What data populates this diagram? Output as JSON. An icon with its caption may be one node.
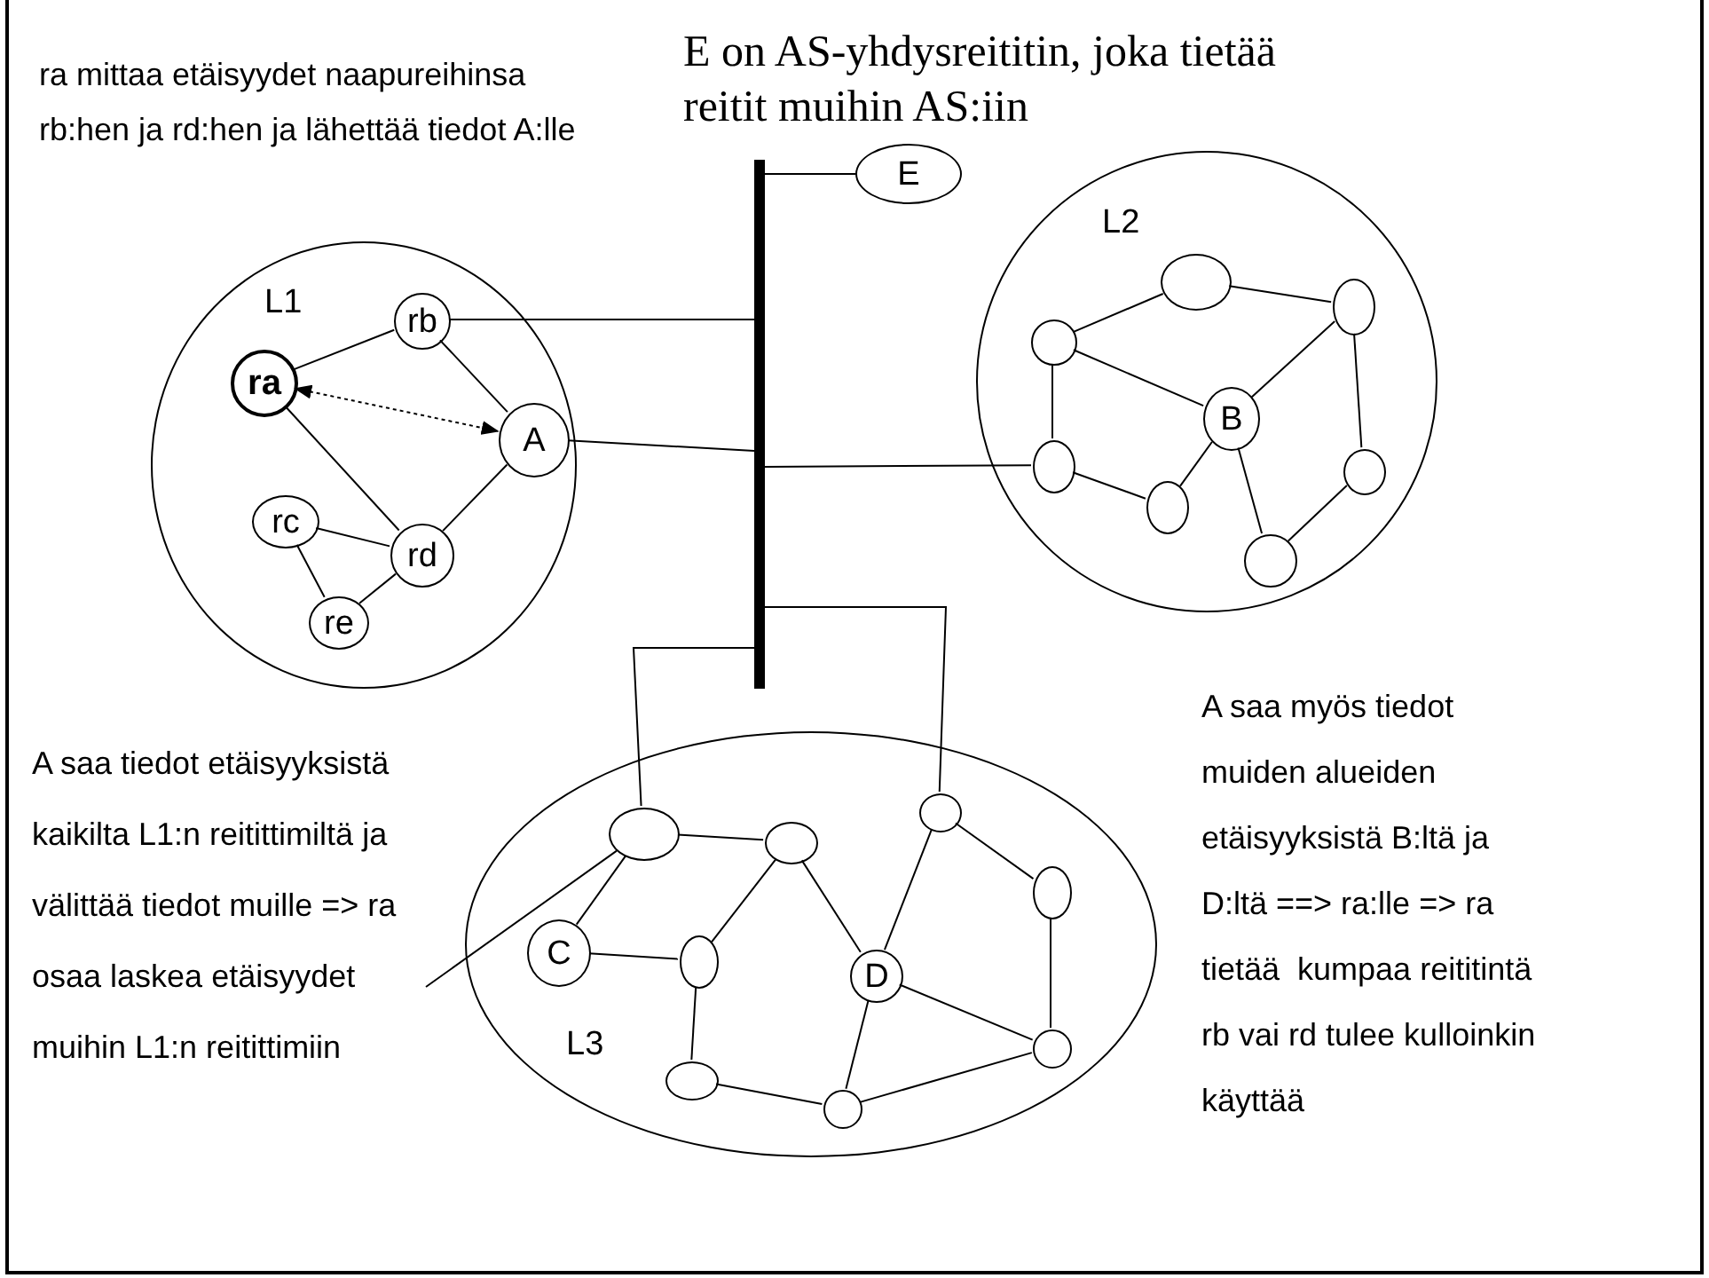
{
  "diagram": {
    "nodes": [
      {
        "text": [
          "L1"
        ]
      },
      {
        "text": [
          "rb"
        ],
        "in": 0
      },
      {
        "text": [
          "ra"
        ],
        "in": 0
      },
      {
        "text": [
          "A"
        ],
        "in": 0
      },
      {
        "text": [
          "rc"
        ],
        "in": 0
      },
      {
        "text": [
          "rd"
        ],
        "in": 0
      },
      {
        "text": [
          "re"
        ],
        "in": 0
      },
      {
        "text": [],
        "shape": "bar"
      },
      {
        "text": [
          "E"
        ]
      },
      {
        "text": [
          "L2"
        ]
      },
      {
        "text": [],
        "shape": "circle",
        "in": 9
      },
      {
        "text": [],
        "shape": "circle",
        "in": 9
      },
      {
        "text": [],
        "shape": "circle",
        "in": 9
      },
      {
        "text": [
          "B"
        ],
        "in": 9
      },
      {
        "text": [],
        "shape": "circle",
        "in": 9
      },
      {
        "text": [],
        "shape": "circle",
        "in": 9
      },
      {
        "text": [],
        "shape": "circle",
        "in": 9
      },
      {
        "text": [],
        "shape": "circle",
        "in": 9
      },
      {
        "text": [
          "L3"
        ]
      },
      {
        "text": [],
        "shape": "circle",
        "in": 18
      },
      {
        "text": [],
        "shape": "circle",
        "in": 18
      },
      {
        "text": [],
        "shape": "circle",
        "in": 18
      },
      {
        "text": [],
        "shape": "circle",
        "in": 18
      },
      {
        "text": [
          "C"
        ],
        "in": 18
      },
      {
        "text": [],
        "shape": "circle",
        "in": 18
      },
      {
        "text": [
          "D"
        ],
        "in": 18
      },
      {
        "text": [],
        "shape": "circle",
        "in": 18
      },
      {
        "text": [],
        "shape": "circle",
        "in": 18
      },
      {
        "text": [],
        "shape": "circle",
        "in": 18
      },
      {
        "text": [
          "A saa tiedot etäisyyksistä kaikilta L1:n reitittimiltä ja välittää tiedot muille => ra osaa laskea etäisyydet muihin L1:n reitittimiin"
        ]
      }
    ],
    "edges": [
      {
        "from": 2,
        "to": 1,
        "arrow": "none"
      },
      {
        "from": 1,
        "to": 3,
        "arrow": "none"
      },
      {
        "from": 2,
        "to": 5,
        "arrow": "none"
      },
      {
        "from": 5,
        "to": 3,
        "arrow": "none"
      },
      {
        "from": 4,
        "to": 5,
        "arrow": "none"
      },
      {
        "from": 4,
        "to": 6,
        "arrow": "none"
      },
      {
        "from": 6,
        "to": 5,
        "arrow": "none"
      },
      {
        "from": 2,
        "to": 3,
        "arrow": "both",
        "style": "dashed"
      },
      {
        "from": 1,
        "to": 7,
        "arrow": "none"
      },
      {
        "from": 3,
        "to": 7,
        "arrow": "none"
      },
      {
        "from": 7,
        "to": 8,
        "arrow": "none"
      },
      {
        "from": 7,
        "to": 14,
        "arrow": "none"
      },
      {
        "from": 7,
        "to": 19,
        "arrow": "none"
      },
      {
        "from": 7,
        "to": 21,
        "arrow": "none"
      },
      {
        "from": 10,
        "to": 11,
        "arrow": "none"
      },
      {
        "from": 10,
        "to": 12,
        "arrow": "none"
      },
      {
        "from": 11,
        "to": 13,
        "arrow": "none"
      },
      {
        "from": 12,
        "to": 13,
        "arrow": "none"
      },
      {
        "from": 11,
        "to": 14,
        "arrow": "none"
      },
      {
        "from": 14,
        "to": 15,
        "arrow": "none"
      },
      {
        "from": 15,
        "to": 13,
        "arrow": "none"
      },
      {
        "from": 13,
        "to": 17,
        "arrow": "none"
      },
      {
        "from": 17,
        "to": 16,
        "arrow": "none"
      },
      {
        "from": 12,
        "to": 16,
        "arrow": "none"
      },
      {
        "from": 19,
        "to": 20,
        "arrow": "none"
      },
      {
        "from": 19,
        "to": 23,
        "arrow": "none"
      },
      {
        "from": 20,
        "to": 24,
        "arrow": "none"
      },
      {
        "from": 20,
        "to": 25,
        "arrow": "none"
      },
      {
        "from": 21,
        "to": 25,
        "arrow": "none"
      },
      {
        "from": 21,
        "to": 22,
        "arrow": "none"
      },
      {
        "from": 22,
        "to": 26,
        "arrow": "none"
      },
      {
        "from": 23,
        "to": 24,
        "arrow": "none"
      },
      {
        "from": 24,
        "to": 27,
        "arrow": "none"
      },
      {
        "from": 27,
        "to": 28,
        "arrow": "none"
      },
      {
        "from": 25,
        "to": 28,
        "arrow": "none"
      },
      {
        "from": 25,
        "to": 26,
        "arrow": "none"
      },
      {
        "from": 28,
        "to": 26,
        "arrow": "none"
      },
      {
        "from": 29,
        "to": 19,
        "arrow": "none"
      }
    ],
    "labels": [
      "ra mittaa etäisyydet naapureihinsa rb:hen ja rd:hen ja lähettää tiedot A:lle",
      "E on AS-yhdysreititin, joka tietää reitit muihin AS:iin",
      "A saa myös tiedot muiden alueiden etäisyyksistä B:ltä ja D:ltä ==> ra:lle => ra tietää  kumpaa reititintä  rb vai rd tulee kulloinkin käyttää"
    ]
  }
}
